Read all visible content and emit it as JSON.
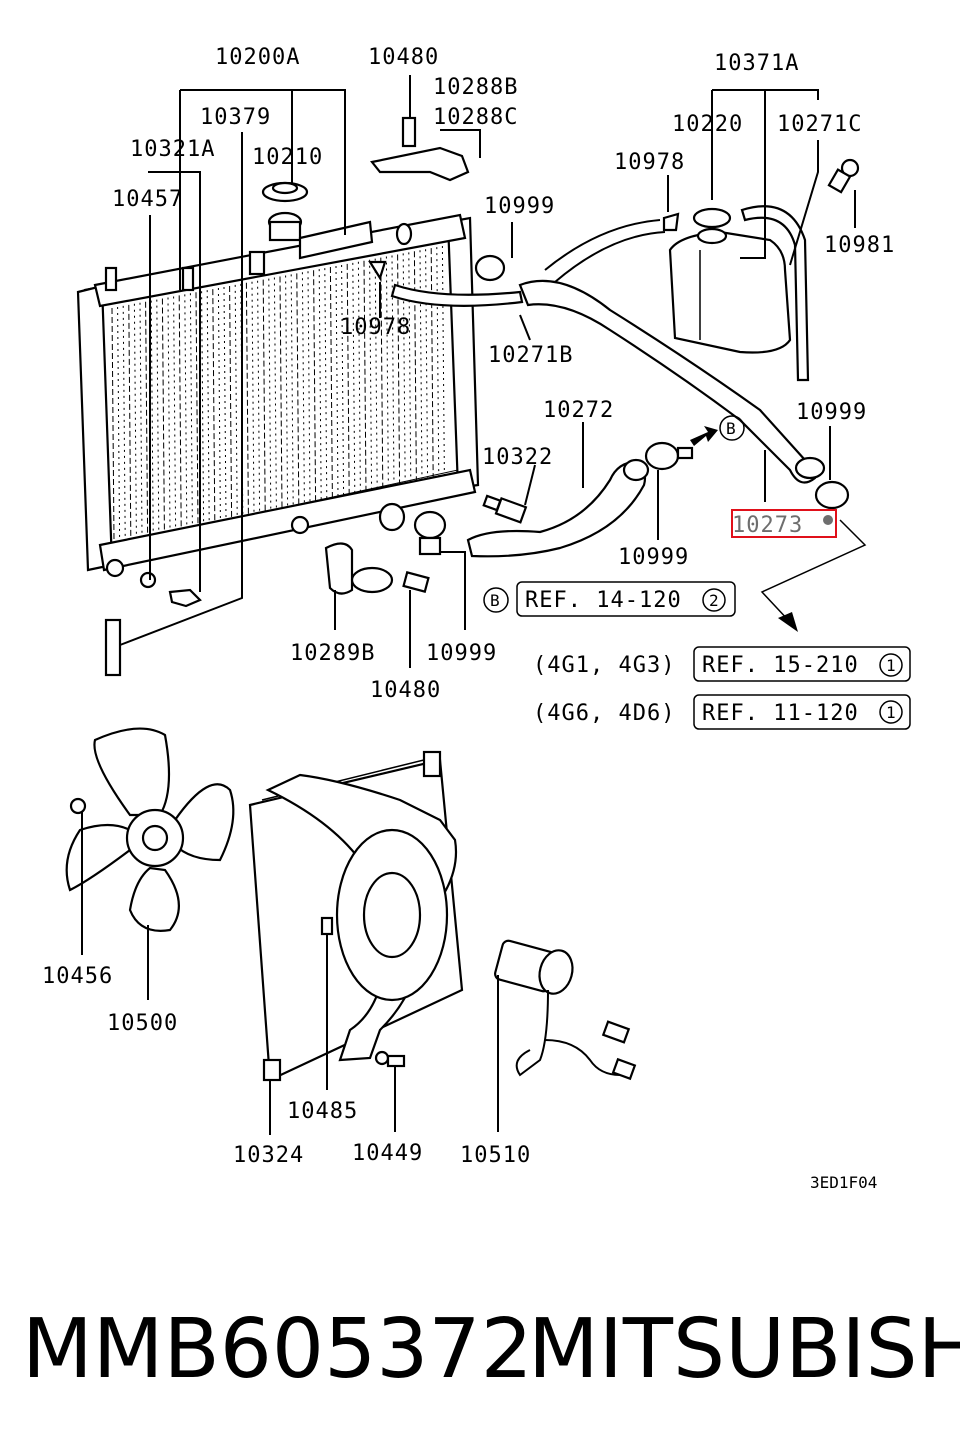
{
  "callouts": {
    "c10200A": "10200A",
    "c10379": "10379",
    "c10321A": "10321A",
    "c10210": "10210",
    "c10457": "10457",
    "c10480_top": "10480",
    "c10288B": "10288B",
    "c10288C": "10288C",
    "c10999_a": "10999",
    "c10978_a": "10978",
    "c10271B": "10271B",
    "c10371A": "10371A",
    "c10220": "10220",
    "c10271C": "10271C",
    "c10978_b": "10978",
    "c10981": "10981",
    "c10272": "10272",
    "c10322": "10322",
    "c10999_b": "10999",
    "c10999_c": "10999",
    "c10273": "10273",
    "c10289B": "10289B",
    "c10999_d": "10999",
    "c10480_bottom": "10480",
    "c10456": "10456",
    "c10500": "10500",
    "c10485": "10485",
    "c10324": "10324",
    "c10449": "10449",
    "c10510": "10510"
  },
  "markers": {
    "b_top": "B",
    "b_ref": "B",
    "circle_2": "2",
    "circle_1a": "1",
    "circle_1b": "1"
  },
  "references": {
    "ref_b": "REF. 14-120",
    "ref_4g1_condition": "(4G1, 4G3)",
    "ref_4g1": "REF. 15-210",
    "ref_4g6_condition": "(4G6, 4D6)",
    "ref_4g6": "REF. 11-120"
  },
  "drawing_code": "3ED1F04",
  "caption": {
    "part_number": "MMB605372",
    "brand": "MITSUBISHI"
  },
  "colors": {
    "highlight": "#e0101a",
    "ink": "#000000",
    "background": "#ffffff"
  }
}
